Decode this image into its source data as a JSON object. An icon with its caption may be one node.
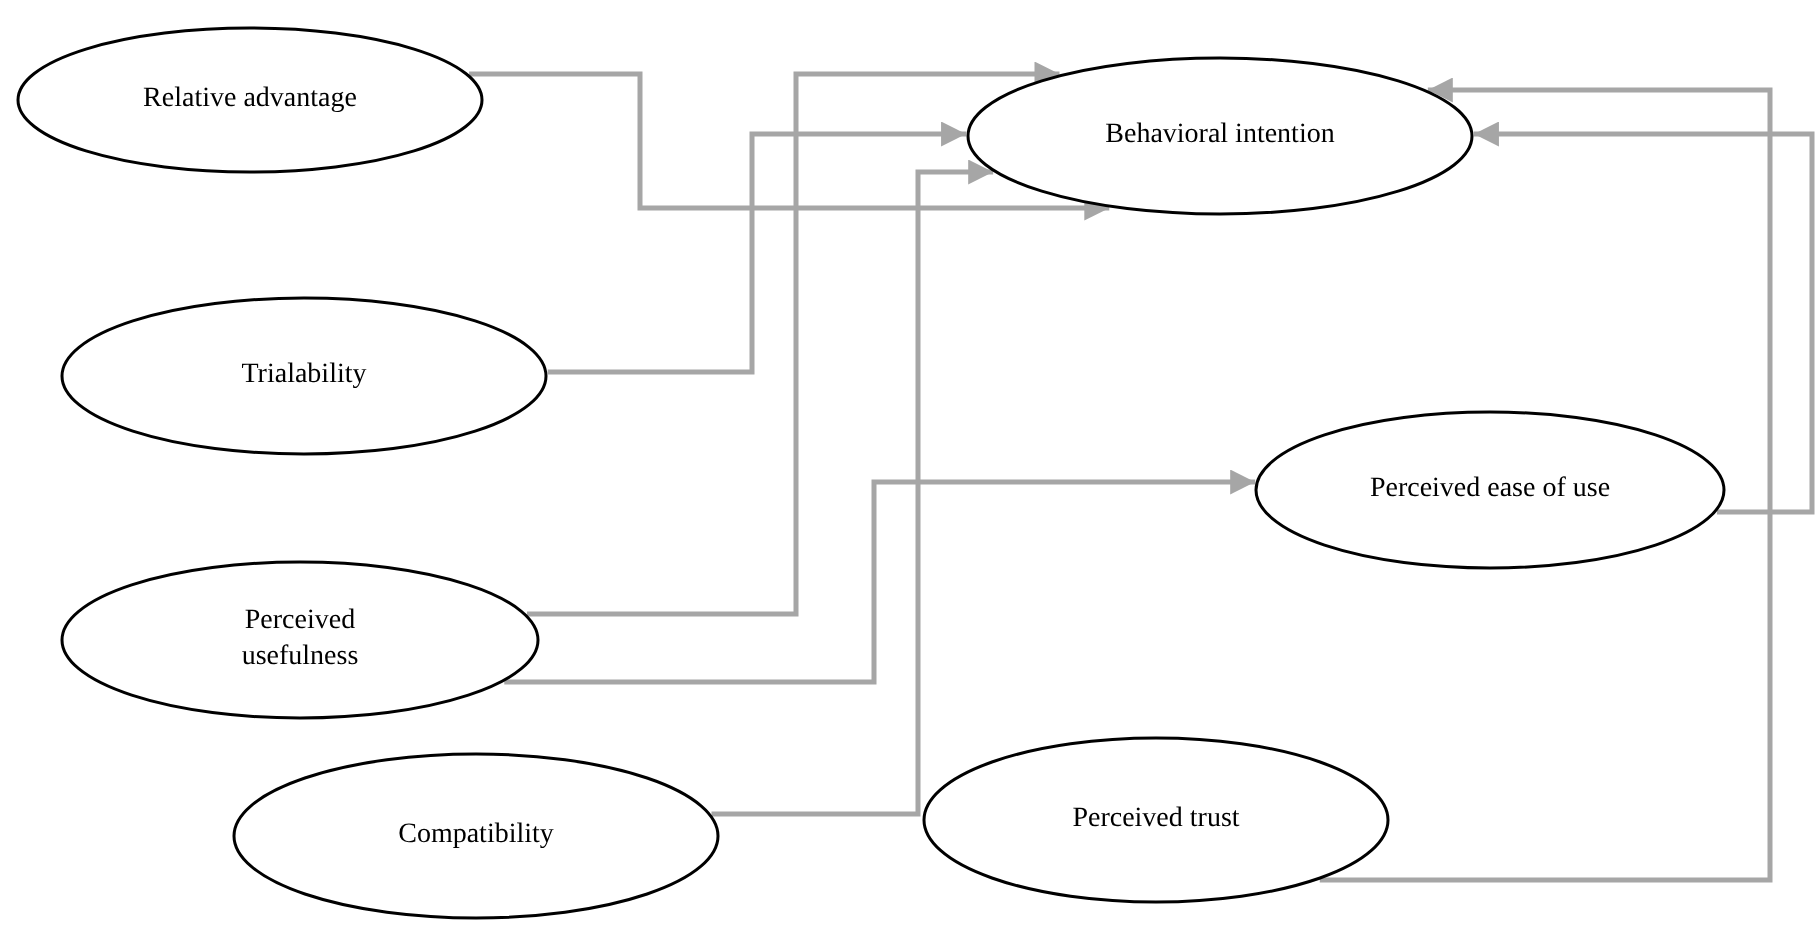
{
  "diagram": {
    "nodes": [
      {
        "text": [
          "Relative advantage"
        ]
      },
      {
        "text": [
          "Behavioral intention"
        ]
      },
      {
        "text": [
          "Trialability"
        ]
      },
      {
        "text": [
          "Perceived ease of use"
        ]
      },
      {
        "text": [
          "Perceived usefulness"
        ]
      },
      {
        "text": [
          "Compatibility"
        ]
      },
      {
        "text": [
          "Perceived trust"
        ]
      }
    ],
    "edges": [
      {
        "from": 0,
        "to": 1,
        "arrow": "to"
      },
      {
        "from": 2,
        "to": 1,
        "arrow": "to"
      },
      {
        "from": 4,
        "to": 1,
        "arrow": "to"
      },
      {
        "from": 4,
        "to": 3,
        "arrow": "to"
      },
      {
        "from": 5,
        "to": 1,
        "arrow": "to"
      },
      {
        "from": 6,
        "to": 1,
        "arrow": "to"
      },
      {
        "from": 3,
        "to": 1,
        "arrow": "to"
      }
    ]
  }
}
